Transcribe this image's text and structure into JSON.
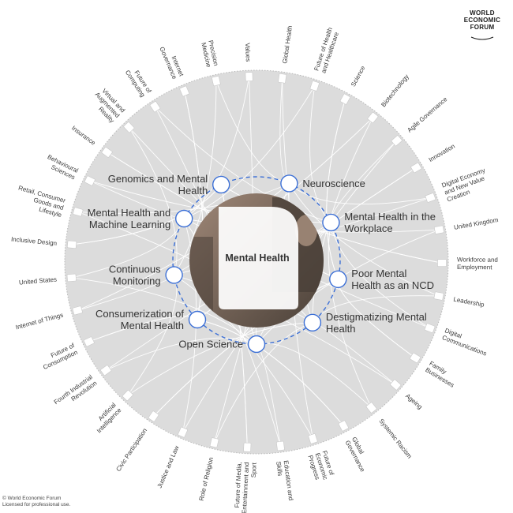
{
  "logo": {
    "lines": [
      "WORLD",
      "ECONOMIC",
      "FORUM"
    ]
  },
  "center": {
    "title": "Mental Health"
  },
  "inner_topics": [
    {
      "label_lines": [
        "Neuroscience"
      ],
      "side": "right"
    },
    {
      "label_lines": [
        "Mental Health in the",
        "Workplace"
      ],
      "side": "right"
    },
    {
      "label_lines": [
        "Poor Mental",
        "Health as an NCD"
      ],
      "side": "right"
    },
    {
      "label_lines": [
        "Destigmatizing Mental",
        "Health"
      ],
      "side": "right"
    },
    {
      "label_lines": [
        "Open Science"
      ],
      "side": "left"
    },
    {
      "label_lines": [
        "Consumerization of",
        "Mental Health"
      ],
      "side": "left"
    },
    {
      "label_lines": [
        "Continuous",
        "Monitoring"
      ],
      "side": "left"
    },
    {
      "label_lines": [
        "Mental Health and",
        "Machine Learning"
      ],
      "side": "left"
    },
    {
      "label_lines": [
        "Genomics and Mental",
        "Health"
      ],
      "side": "left"
    }
  ],
  "outer_topics": [
    {
      "label_lines": [
        "Global Health"
      ]
    },
    {
      "label_lines": [
        "Future of Health",
        "and Healthcare"
      ]
    },
    {
      "label_lines": [
        "Science"
      ]
    },
    {
      "label_lines": [
        "Biotechnology"
      ]
    },
    {
      "label_lines": [
        "Agile Governance"
      ]
    },
    {
      "label_lines": [
        "Innovation"
      ]
    },
    {
      "label_lines": [
        "Digital Economy",
        "and New Value",
        "Creation"
      ]
    },
    {
      "label_lines": [
        "United Kingdom"
      ]
    },
    {
      "label_lines": [
        "Workforce and",
        "Employment"
      ]
    },
    {
      "label_lines": [
        "Leadership"
      ]
    },
    {
      "label_lines": [
        "Digital",
        "Communications"
      ]
    },
    {
      "label_lines": [
        "Family",
        "Businesses"
      ]
    },
    {
      "label_lines": [
        "Ageing"
      ]
    },
    {
      "label_lines": [
        "Systemic Racism"
      ]
    },
    {
      "label_lines": [
        "Global",
        "Governance"
      ]
    },
    {
      "label_lines": [
        "Future of",
        "Economic",
        "Progress"
      ]
    },
    {
      "label_lines": [
        "Education and",
        "Skills"
      ]
    },
    {
      "label_lines": [
        "Future of Media,",
        "Entertainment and",
        "Sport"
      ]
    },
    {
      "label_lines": [
        "Role of Religion"
      ]
    },
    {
      "label_lines": [
        "Justice and Law"
      ]
    },
    {
      "label_lines": [
        "Civic Participation"
      ]
    },
    {
      "label_lines": [
        "Artificial",
        "Intelligence"
      ]
    },
    {
      "label_lines": [
        "Fourth Industrial",
        "Revolution"
      ]
    },
    {
      "label_lines": [
        "Future of",
        "Consumption"
      ]
    },
    {
      "label_lines": [
        "Internet of Things"
      ]
    },
    {
      "label_lines": [
        "United States"
      ]
    },
    {
      "label_lines": [
        "Inclusive Design"
      ]
    },
    {
      "label_lines": [
        "Retail, Consumer",
        "Goods and",
        "Lifestyle"
      ]
    },
    {
      "label_lines": [
        "Behavioural",
        "Sciences"
      ]
    },
    {
      "label_lines": [
        "Insurance"
      ]
    },
    {
      "label_lines": [
        "Virtual and",
        "Augmented",
        "Reality"
      ]
    },
    {
      "label_lines": [
        "Future of",
        "Computing"
      ]
    },
    {
      "label_lines": [
        "Internet",
        "Governance"
      ]
    },
    {
      "label_lines": [
        "Precision",
        "Medicine"
      ]
    },
    {
      "label_lines": [
        "Values"
      ]
    }
  ],
  "colors": {
    "ring_fill": "#dcdcdc",
    "connector": "#ffffff",
    "inner_ring": "#3b6fd6",
    "node_stroke": "#3b6fd6",
    "node_fill": "#ffffff",
    "center_card": "#ffffff",
    "photo_dark": "#4a4038",
    "photo_mid": "#a08878"
  },
  "footer": {
    "line1": "© World Economic Forum",
    "line2": "Licensed for professional use."
  }
}
